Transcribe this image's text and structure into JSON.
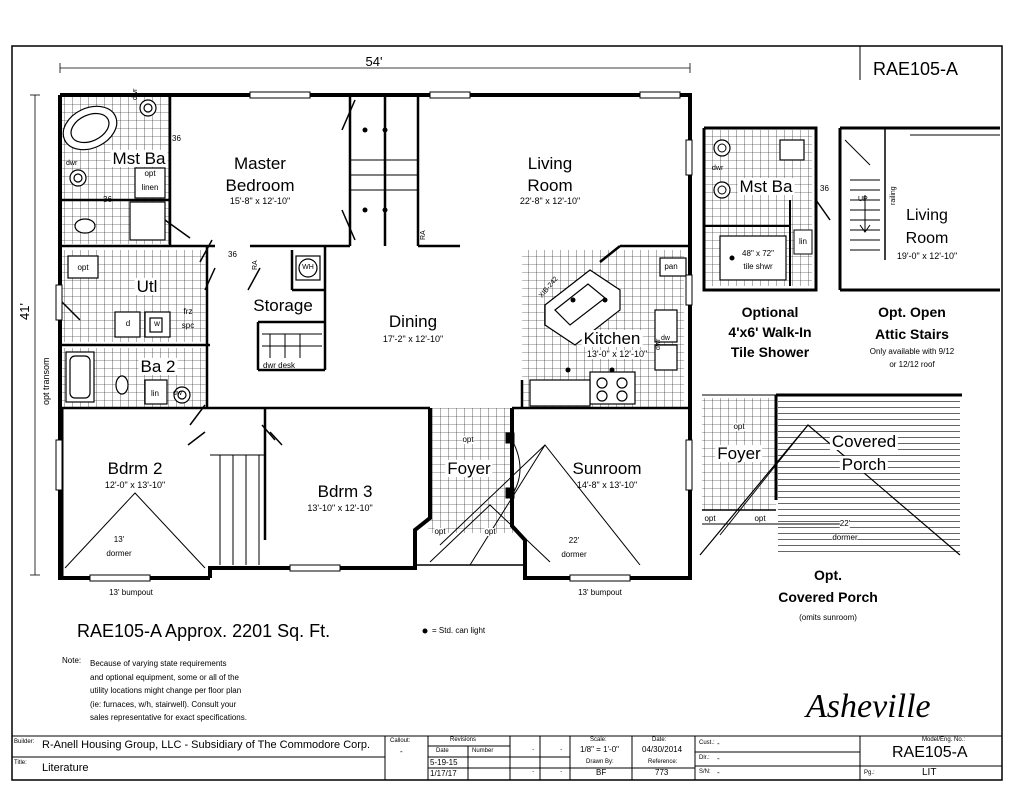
{
  "model_code": "RAE105-A",
  "dims": {
    "width": "54'",
    "depth": "41'",
    "side_note": "opt transom"
  },
  "rooms": {
    "master_bath": "Mst Ba",
    "master_bedroom": {
      "name_line1": "Master",
      "name_line2": "Bedroom",
      "size": "15'-8\" x 12'-10\""
    },
    "living": {
      "name_line1": "Living",
      "name_line2": "Room",
      "size": "22'-8\" x 12'-10\""
    },
    "utility": "Utl",
    "storage": "Storage",
    "dining": {
      "name": "Dining",
      "size": "17'-2\" x 12'-10\""
    },
    "kitchen": {
      "name": "Kitchen",
      "size": "13'-0\" x 12'-10\""
    },
    "bath2": "Ba 2",
    "bdrm2": {
      "name": "Bdrm 2",
      "size": "12'-0\" x 13'-10\""
    },
    "bdrm3": {
      "name": "Bdrm 3",
      "size": "13'-10\" x 12'-10\""
    },
    "foyer": "Foyer",
    "sunroom": {
      "name": "Sunroom",
      "size": "14'-8\" x 13'-10\""
    }
  },
  "labels": {
    "n36a": "36",
    "n36b": "36",
    "n36c": "36",
    "dwr": "dwr",
    "opt": "opt",
    "linen": "linen",
    "d": "d",
    "w": "w",
    "frz": "frz",
    "spc": "spc",
    "wh": "WH",
    "ra": "RA",
    "lin": "lin",
    "dwr_desk": "dwr   desk",
    "pan": "pan",
    "xib": "XIB-242",
    "dw": "dw",
    "dwr_short": "dw",
    "dormer13": "13'",
    "dormer22": "22'",
    "dormer": "dormer",
    "bumpout13": "13' bumpout",
    "opt_opt": "opt",
    "pl": "pl",
    "dwr2": "dwr",
    "dwr3": "dwr"
  },
  "legend": {
    "title": "RAE105-A   Approx. 2201 Sq. Ft.",
    "can_light": "= Std. can light"
  },
  "note": {
    "label": "Note:",
    "lines": [
      "Because of varying state requirements",
      "and optional equipment, some or all of the",
      "utility locations might change per floor plan",
      "(ie: furnaces, w/h, stairwell).  Consult your",
      "sales representative for exact specifications."
    ]
  },
  "options": {
    "shower": {
      "room": "Mst Ba",
      "n36": "36",
      "shower": "48\" x 72\"",
      "shower2": "tile shwr",
      "lin": "lin",
      "dwr": "dwr",
      "caption1": "Optional",
      "caption2": "4'x6' Walk-In",
      "caption3": "Tile Shower"
    },
    "attic": {
      "room1": "Living",
      "room2": "Room",
      "size": "19'-0\" x 12'-10\"",
      "up": "UP",
      "railing": "railing",
      "caption1": "Opt. Open",
      "caption2": "Attic Stairs",
      "sub1": "Only available with 9/12",
      "sub2": "or 12/12 roof"
    },
    "porch": {
      "opt": "opt",
      "foyer": "Foyer",
      "covered1": "Covered",
      "covered2": "Porch",
      "dormer_size": "22'",
      "dormer": "dormer",
      "caption1": "Opt.",
      "caption2": "Covered Porch",
      "sub": "(omits sunroom)"
    }
  },
  "series_name": "Asheville",
  "title_block": {
    "builder_label": "Builder:",
    "builder": "R-Anell Housing Group, LLC - Subsidiary of The Commodore Corp.",
    "title_label": "Title:",
    "title": "Literature",
    "callout_label": "Callout:",
    "callout": "-",
    "revisions_label": "Revisions",
    "date_label": "Date",
    "number_label": "Number",
    "rev1_date": "5-19-15",
    "rev2_date": "1/17/17",
    "dot": ".",
    "scale_label": "Scale:",
    "scale": "1/8\" = 1'-0\"",
    "date2_label": "Date:",
    "date2": "04/30/2014",
    "drawn_label": "Drawn By:",
    "drawn": "BF",
    "ref_label": "Reference:",
    "ref": "773",
    "cust_label": "Cust.:",
    "cust": "-",
    "dlr_label": "Dlr.:",
    "dlr": "-",
    "sn_label": "S/N:",
    "sn": "-",
    "model_label": "Model/Eng. No.:",
    "model": "RAE105-A",
    "pg_label": "Pg.:",
    "pg": "LIT"
  }
}
